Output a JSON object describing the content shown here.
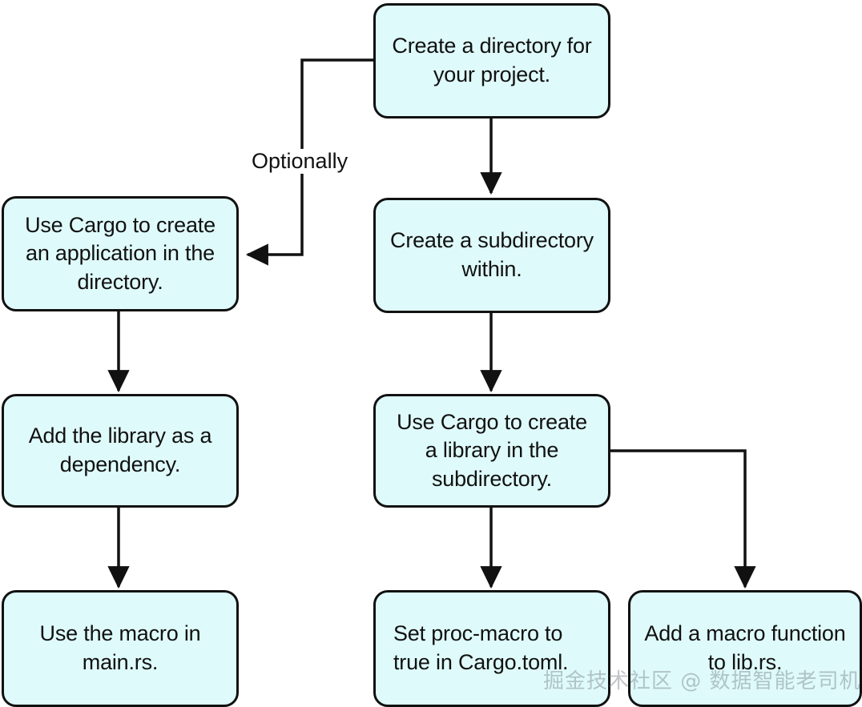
{
  "diagram": {
    "title": "Rust procedural macro project setup flowchart",
    "colors": {
      "node_fill": "#dffafa",
      "node_stroke": "#111111",
      "edge_stroke": "#111111",
      "background": "#ffffff",
      "watermark": "#6e7882"
    },
    "nodes": [
      {
        "id": "create-directory",
        "text": "Create a directory for\nyour project."
      },
      {
        "id": "create-subdirectory",
        "text": "Create a subdirectory\nwithin."
      },
      {
        "id": "cargo-application",
        "text": "Use Cargo to create\nan application in the\ndirectory."
      },
      {
        "id": "cargo-library",
        "text": "Use Cargo to create\na library in the\nsubdirectory."
      },
      {
        "id": "add-library-dependency",
        "text": "Add the library as a\ndependency."
      },
      {
        "id": "set-proc-macro",
        "text": "Set proc-macro to\ntrue in Cargo.toml."
      },
      {
        "id": "add-macro-function",
        "text": "Add a macro function\nto lib.rs."
      },
      {
        "id": "use-macro-main",
        "text": "Use the macro in\nmain.rs."
      }
    ],
    "edges": [
      {
        "id": "edge-optionally",
        "from": "create-directory",
        "to": "cargo-application",
        "label": "Optionally"
      },
      {
        "id": "edge-create-sub",
        "from": "create-directory",
        "to": "create-subdirectory",
        "label": ""
      },
      {
        "id": "edge-app-to-dep",
        "from": "cargo-application",
        "to": "add-library-dependency",
        "label": ""
      },
      {
        "id": "edge-dep-to-main",
        "from": "add-library-dependency",
        "to": "use-macro-main",
        "label": ""
      },
      {
        "id": "edge-sub-to-lib",
        "from": "create-subdirectory",
        "to": "cargo-library",
        "label": ""
      },
      {
        "id": "edge-lib-to-procmacro",
        "from": "cargo-library",
        "to": "set-proc-macro",
        "label": ""
      },
      {
        "id": "edge-lib-to-macrofn",
        "from": "cargo-library",
        "to": "add-macro-function",
        "label": ""
      }
    ],
    "watermark": "掘金技术社区 @ 数据智能老司机"
  }
}
